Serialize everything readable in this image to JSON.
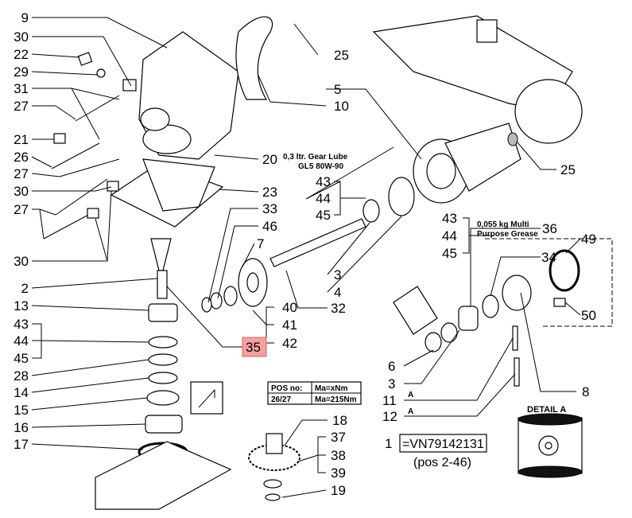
{
  "left_labels": [
    "9",
    "30",
    "22",
    "29",
    "31",
    "27",
    "21",
    "26",
    "27",
    "30",
    "27",
    "30",
    "2",
    "13",
    "43",
    "44",
    "45",
    "28",
    "14",
    "15",
    "16",
    "17"
  ],
  "center_labels": [
    "25",
    "10",
    "5",
    "20",
    "23",
    "33",
    "46",
    "7",
    "43",
    "44",
    "45",
    "3",
    "4",
    "32",
    "40",
    "41",
    "42",
    "35",
    "18",
    "37",
    "38",
    "39",
    "19"
  ],
  "right_labels": [
    "25",
    "43",
    "44",
    "45",
    "36",
    "49",
    "34",
    "50",
    "6",
    "3",
    "11",
    "12",
    "8",
    "A",
    "A"
  ],
  "notes": {
    "gear_lube_line1": "0,3 ltr. Gear Lube",
    "gear_lube_line2": "GL5 80W-90",
    "grease_line1": "0,055 kg Multi",
    "grease_line2": "Purpose Grease",
    "detail_title": "DETAIL A"
  },
  "torque_table": {
    "headers": [
      "POS no:",
      "Ma=xNm"
    ],
    "row": [
      "26/27",
      "Ma=215Nm"
    ]
  },
  "assembly": {
    "pos": "1",
    "part_number": "=VN79142131",
    "range": "(pos 2-46)"
  },
  "highlight_color": "#f4a0a0"
}
